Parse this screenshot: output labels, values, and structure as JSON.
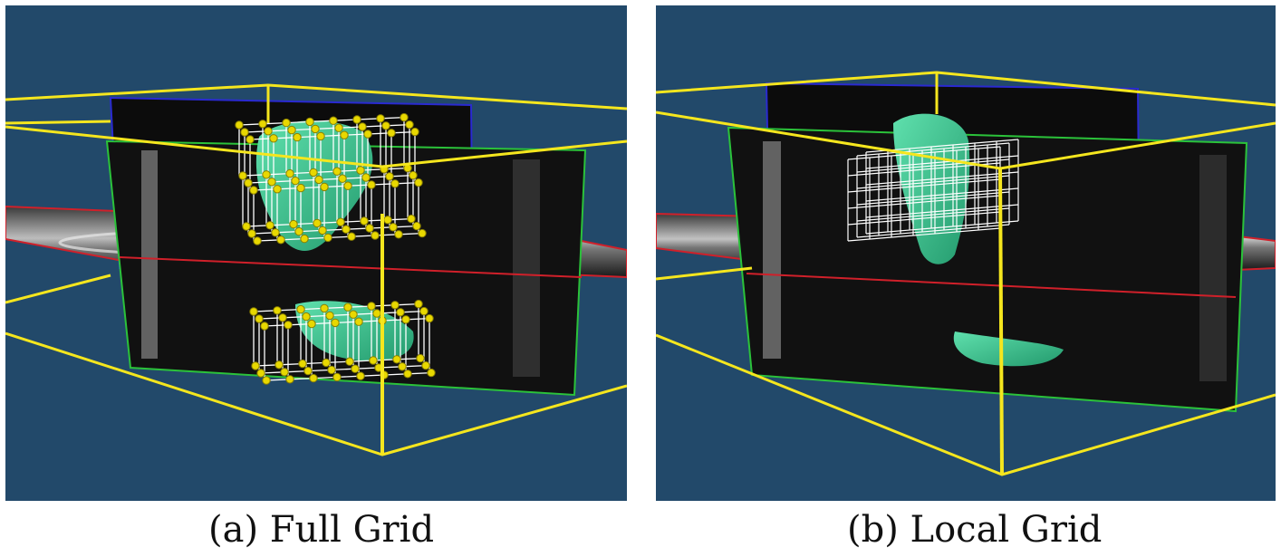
{
  "figure": {
    "panels": [
      {
        "id": "a",
        "caption": "(a) Full Grid",
        "grid_type": "full"
      },
      {
        "id": "b",
        "caption": "(b) Local Grid",
        "grid_type": "local"
      }
    ]
  },
  "colors": {
    "background": "#22496a",
    "bounding_box": "#f5e61e",
    "axial_outline": "#d0202a",
    "sagittal_outline": "#2bc23a",
    "coronal_outline": "#2a2ad0",
    "organ_surface": "#3fcf98",
    "control_point": "#e8d800",
    "grid_line": "#ffffff"
  },
  "icons": [
    "ct-volume-render",
    "control-point-grid",
    "organ-surface-mesh"
  ]
}
